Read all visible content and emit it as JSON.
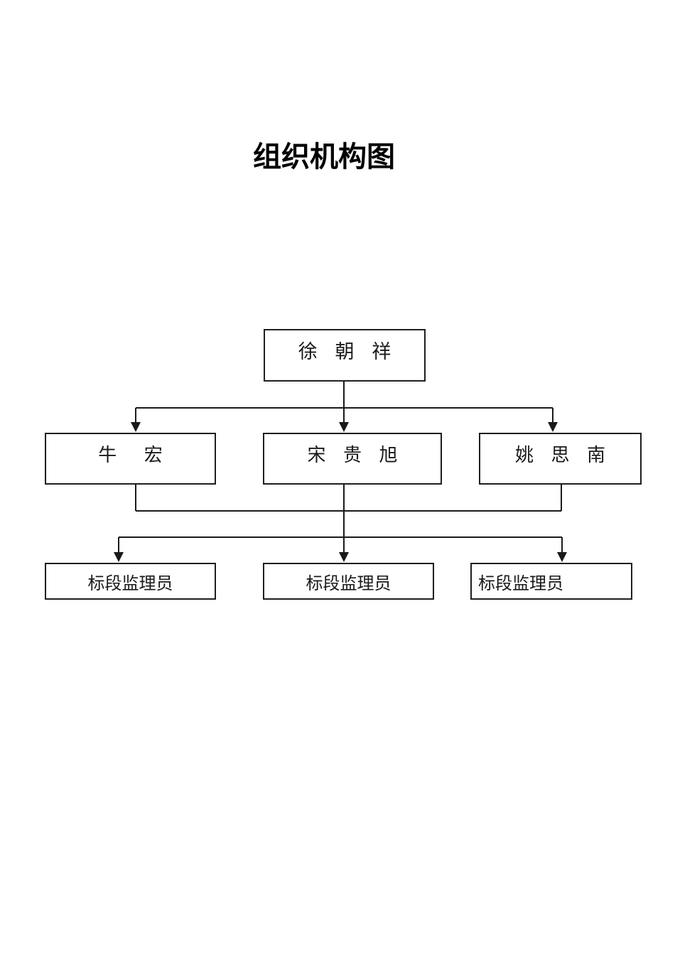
{
  "page": {
    "title": "组织机构图",
    "background_color": "#ffffff",
    "line_color": "#1a1a1a"
  },
  "org_chart": {
    "root": {
      "name": "徐 朝 祥"
    },
    "level2": [
      {
        "name": "牛 宏"
      },
      {
        "name": "宋 贵 旭"
      },
      {
        "name": "姚 思 南"
      }
    ],
    "level3": [
      {
        "name": "标段监理员"
      },
      {
        "name": "标段监理员"
      },
      {
        "name": "标段监理员"
      }
    ]
  }
}
